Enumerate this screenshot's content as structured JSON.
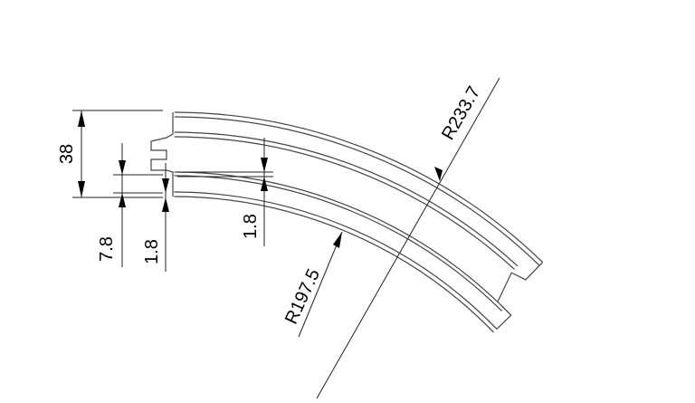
{
  "dimensions": {
    "height": "38",
    "gap_offset": "7.8",
    "wall_left": "1.8",
    "wall_mid": "1.8",
    "outer_radius": "R233.7",
    "inner_radius": "R197.5"
  }
}
